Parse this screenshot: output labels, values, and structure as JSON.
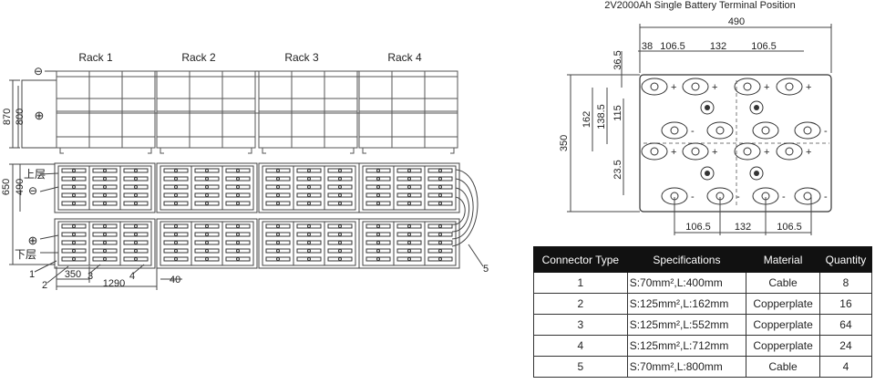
{
  "left": {
    "racks": [
      "Rack 1",
      "Rack 2",
      "Rack 3",
      "Rack 4"
    ],
    "neg_symbol": "⊖",
    "pos_symbol": "⊕",
    "dim_870": "870",
    "dim_800": "800",
    "dim_650": "650",
    "dim_490": "490",
    "upper_layer": "上层",
    "lower_layer": "下层",
    "dim_350": "350",
    "dim_1290": "1290",
    "dim_40": "40",
    "callouts": [
      "1",
      "2",
      "3",
      "4",
      "5"
    ]
  },
  "terminal": {
    "title": "2V2000Ah Single Battery Terminal Position",
    "width": "490",
    "top_dims": [
      "38",
      "106.5",
      "132",
      "106.5"
    ],
    "dim_36_5": "36.5",
    "dim_350": "350",
    "dim_162": "162",
    "dim_138_5": "138.5",
    "dim_115": "115",
    "dim_23_5": "23.5",
    "bottom_dims": [
      "106.5",
      "132",
      "106.5"
    ],
    "plus": "+",
    "minus": "-"
  },
  "table": {
    "headers": [
      "Connector Type",
      "Specifications",
      "Material",
      "Quantity"
    ],
    "rows": [
      {
        "type": "1",
        "spec": "S:70mm²,L:400mm",
        "material": "Cable",
        "qty": "8"
      },
      {
        "type": "2",
        "spec": "S:125mm²,L:162mm",
        "material": "Copperplate",
        "qty": "16"
      },
      {
        "type": "3",
        "spec": "S:125mm²,L:552mm",
        "material": "Copperplate",
        "qty": "64"
      },
      {
        "type": "4",
        "spec": "S:125mm²,L:712mm",
        "material": "Copperplate",
        "qty": "24"
      },
      {
        "type": "5",
        "spec": "S:70mm²,L:800mm",
        "material": "Cable",
        "qty": "4"
      }
    ]
  }
}
